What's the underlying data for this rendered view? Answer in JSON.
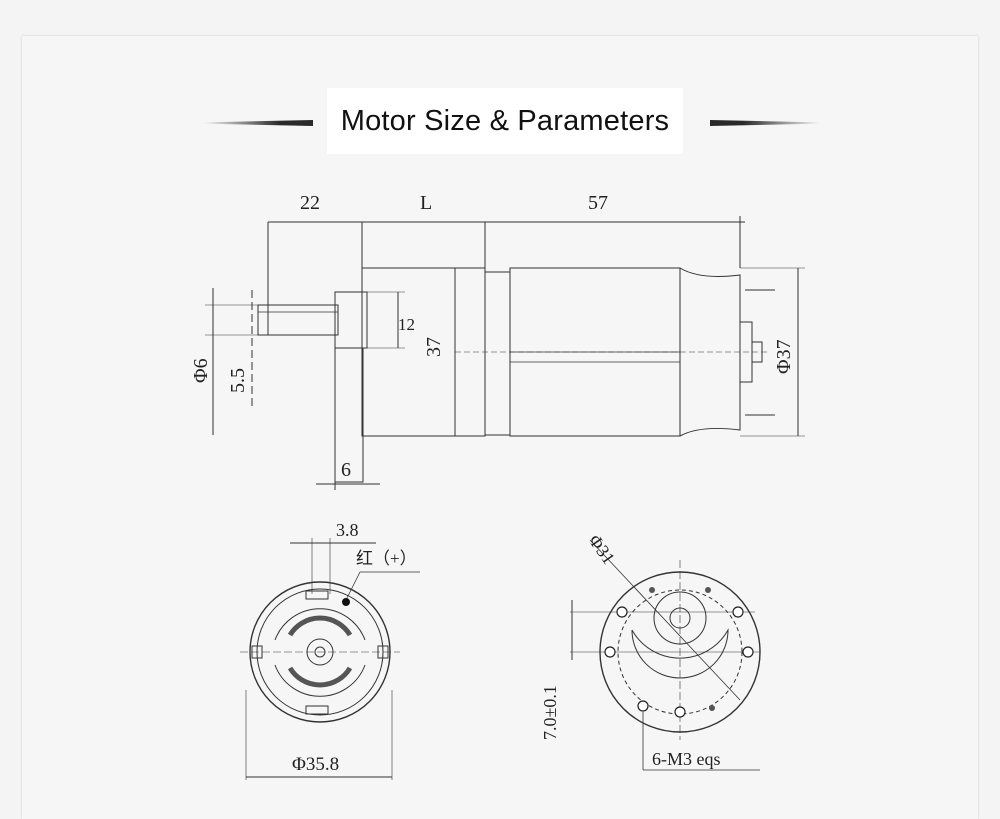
{
  "title": "Motor Size & Parameters",
  "side_view": {
    "dim_front": "22",
    "dim_gearbox": "L",
    "dim_motor": "57",
    "dim_shaft_dia": "Φ6",
    "dim_shaft_flat": "5.5",
    "dim_boss": "12",
    "dim_height": "37",
    "dim_flange": "6",
    "dim_motor_dia": "Φ37"
  },
  "rear_view": {
    "dim_terminal": "3.8",
    "label_red": "红（+）",
    "dim_dia": "Φ35.8"
  },
  "front_view": {
    "dim_pcd": "Φ31",
    "dim_offset": "7.0±0.1",
    "label_holes": "6-M3 eqs"
  }
}
